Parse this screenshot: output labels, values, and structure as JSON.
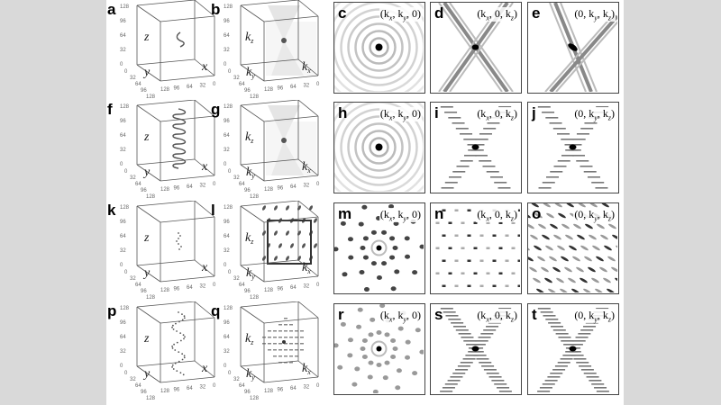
{
  "ticks": {
    "z": [
      "0",
      "32",
      "64",
      "96",
      "128"
    ],
    "y": [
      "0",
      "32",
      "64",
      "96",
      "128"
    ],
    "x": [
      "128",
      "96",
      "64",
      "32",
      "0"
    ]
  },
  "real_axes": {
    "z": "z",
    "y": "y",
    "x": "x"
  },
  "k_axes": {
    "z": "k",
    "z_sub": "z",
    "y": "k",
    "y_sub": "y",
    "x": "k",
    "x_sub": "x"
  },
  "label_kxky0": [
    {
      "t": "(k",
      "s": "x"
    },
    {
      "t": ", k",
      "s": "y"
    },
    {
      "t": ", 0)",
      "s": ""
    }
  ],
  "label_kx0kz": [
    {
      "t": "(k",
      "s": "x"
    },
    {
      "t": ", 0, k",
      "s": "z"
    },
    {
      "t": ")",
      "s": ""
    }
  ],
  "label_0kykz": [
    {
      "t": "(0, k",
      "s": "y"
    },
    {
      "t": ", k",
      "s": "z"
    },
    {
      "t": ")",
      "s": ""
    }
  ],
  "rows": [
    {
      "letters": [
        "a",
        "b",
        "c",
        "d",
        "e"
      ],
      "structure": "short-curve",
      "patterns": [
        "rings",
        "x-cross",
        "x-cross-tilted"
      ]
    },
    {
      "letters": [
        "f",
        "g",
        "h",
        "i",
        "j"
      ],
      "structure": "helix",
      "patterns": [
        "rings",
        "x-cross-dashed",
        "x-cross-dashed"
      ]
    },
    {
      "letters": [
        "k",
        "l",
        "m",
        "n",
        "o"
      ],
      "structure": "dots",
      "patterns": [
        "lattice-rings",
        "diamond-lattice",
        "oblique-stripes"
      ]
    },
    {
      "letters": [
        "p",
        "q",
        "r",
        "s",
        "t"
      ],
      "structure": "dotted-helix",
      "patterns": [
        "lattice-rings-soft",
        "x-cross-dashed-dense",
        "x-cross-dashed-dense"
      ]
    }
  ]
}
